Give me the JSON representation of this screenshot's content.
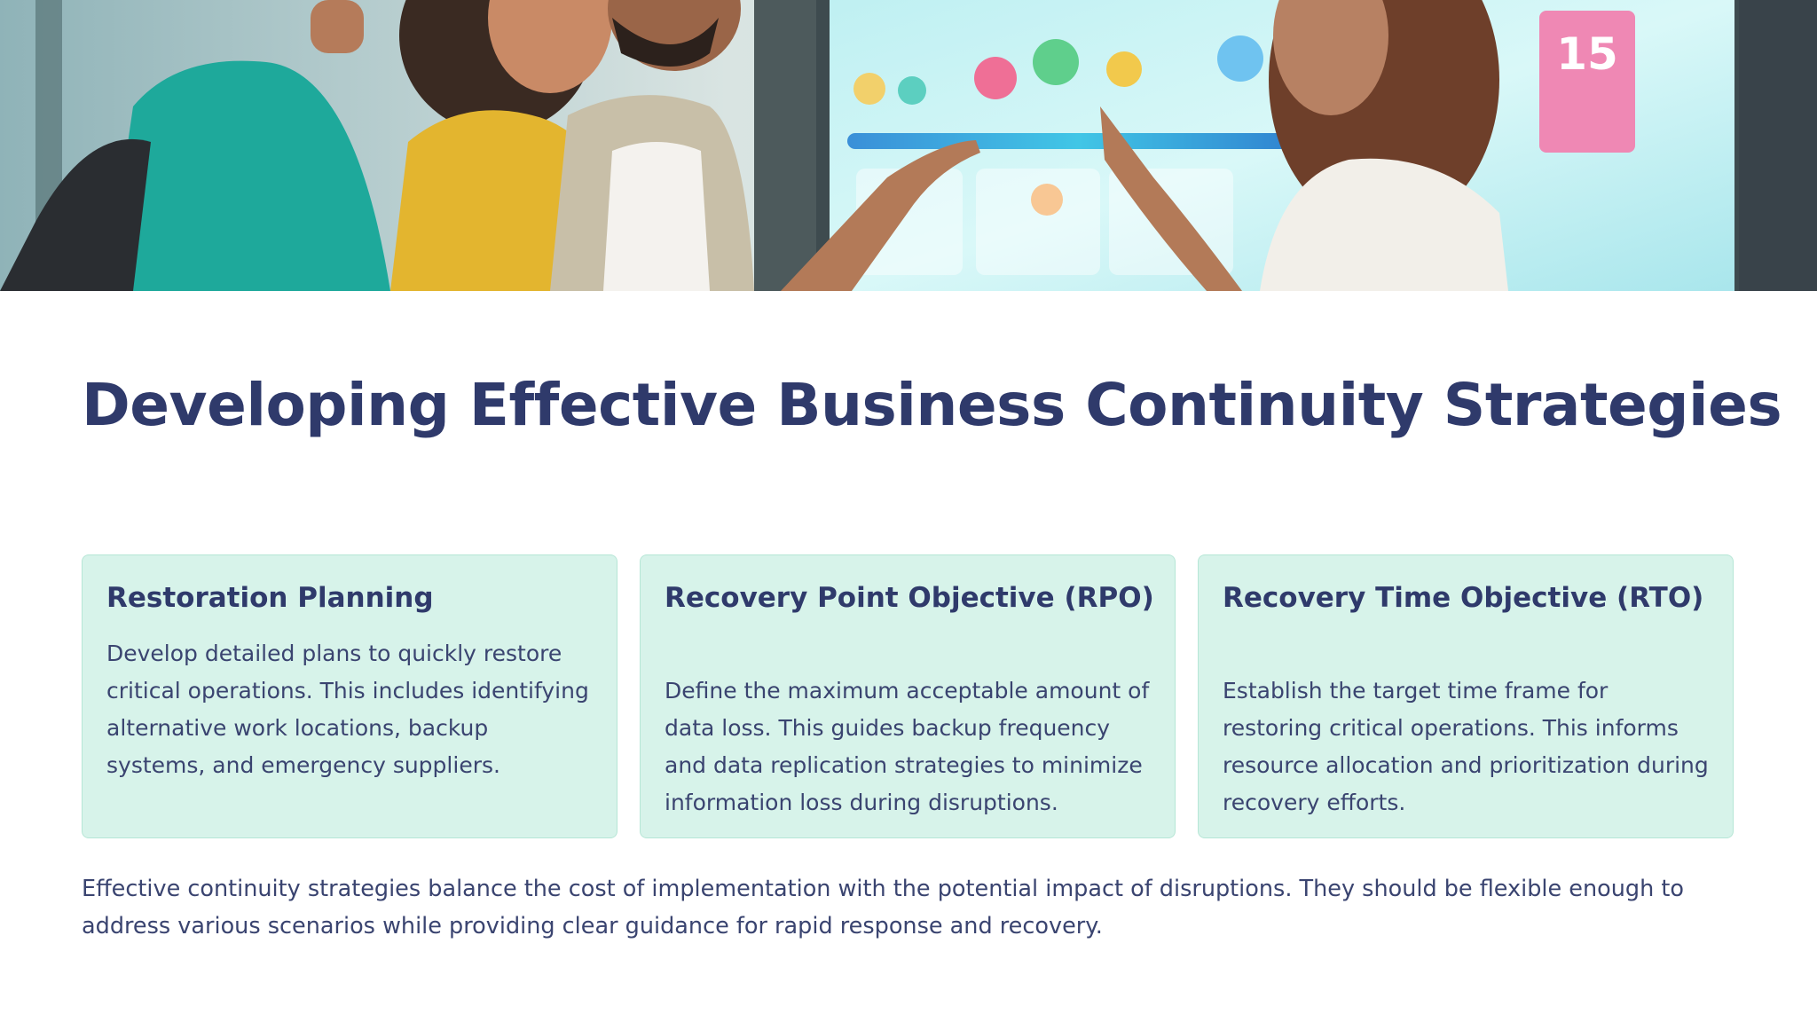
{
  "hero": {
    "image_description_icon": "team-at-interactive-display-photo",
    "screen_badge": "15"
  },
  "slide": {
    "title": "Developing Effective Business Continuity Strategies"
  },
  "cards": [
    {
      "title": "Restoration Planning",
      "body": "Develop detailed plans to quickly restore critical operations. This includes identifying alternative work locations, backup systems, and emergency suppliers."
    },
    {
      "title": "Recovery Point Objective (RPO)",
      "body": "Define the maximum acceptable amount of data loss. This guides backup frequency and data replication strategies to minimize information loss during disruptions."
    },
    {
      "title": "Recovery Time Objective (RTO)",
      "body": "Establish the target time frame for restoring critical operations. This informs resource allocation and prioritization during recovery efforts."
    }
  ],
  "footer": {
    "text": "Effective continuity strategies balance the cost of implementation with the potential impact of disruptions. They should be flexible enough to address various scenarios while providing clear guidance for rapid response and recovery."
  },
  "colors": {
    "title": "#2f3a6b",
    "body_text": "#3a4470",
    "card_bg": "#d7f3ea",
    "card_border": "#b6e6d6"
  }
}
